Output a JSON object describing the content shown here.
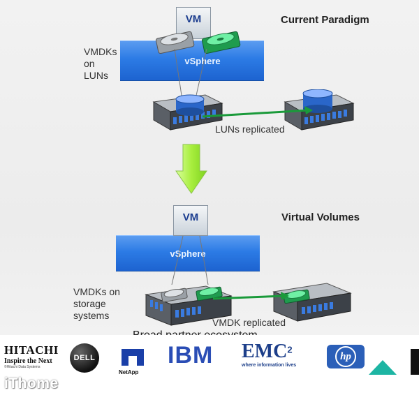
{
  "top": {
    "heading": "Current Paradigm",
    "vm_label": "VM",
    "vsphere_label": "vSphere",
    "side_label": [
      "VMDKs",
      "on",
      "LUNs"
    ],
    "replication_label": "LUNs replicated"
  },
  "bottom": {
    "heading": "Virtual Volumes",
    "vm_label": "VM",
    "vsphere_label": "vSphere",
    "side_label": [
      "VMDKs on",
      "storage",
      "systems"
    ],
    "replication_label": "VMDK replicated"
  },
  "ecosystem_caption": "Broad partner ecosystem",
  "partners": {
    "hitachi": {
      "name": "HITACHI",
      "tagline": "Inspire the Next",
      "small": "©Hitachi Data Systems"
    },
    "dell": "DELL",
    "netapp": "NetApp",
    "ibm": "IBM",
    "emc": {
      "name": "EMC",
      "sup": "2",
      "tagline": "where information lives"
    },
    "hp": "hp"
  },
  "watermark": "iThome",
  "colors": {
    "vsphere_blue": "#2c7be5",
    "arrow_green": "#aef04a",
    "replication_line": "#1a9a3a",
    "green_disk": "#2ecc71",
    "blue_disk": "#2a66c9"
  }
}
